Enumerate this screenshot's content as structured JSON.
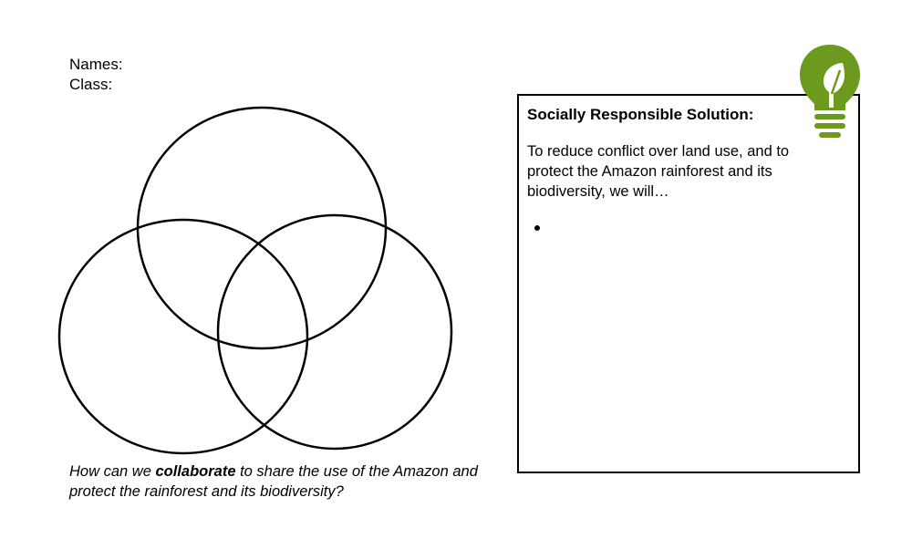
{
  "header": {
    "names_label": "Names:",
    "names_value": "",
    "class_label": "Class:",
    "class_value": ""
  },
  "question": {
    "before": "How can we ",
    "emphasis": "collaborate",
    "after": " to share the use of the Amazon and protect the rainforest and its biodiversity?"
  },
  "solution": {
    "title": "Socially Responsible Solution:",
    "text": "To reduce conflict over land use, and to protect the Amazon rainforest and its biodiversity, we will…",
    "bullets": [
      ""
    ]
  },
  "colors": {
    "bulb_green": "#6b9a1f",
    "leaf": "#ffffff",
    "ink": "#000000"
  },
  "icons": {
    "bulb": "lightbulb-leaf-icon"
  }
}
